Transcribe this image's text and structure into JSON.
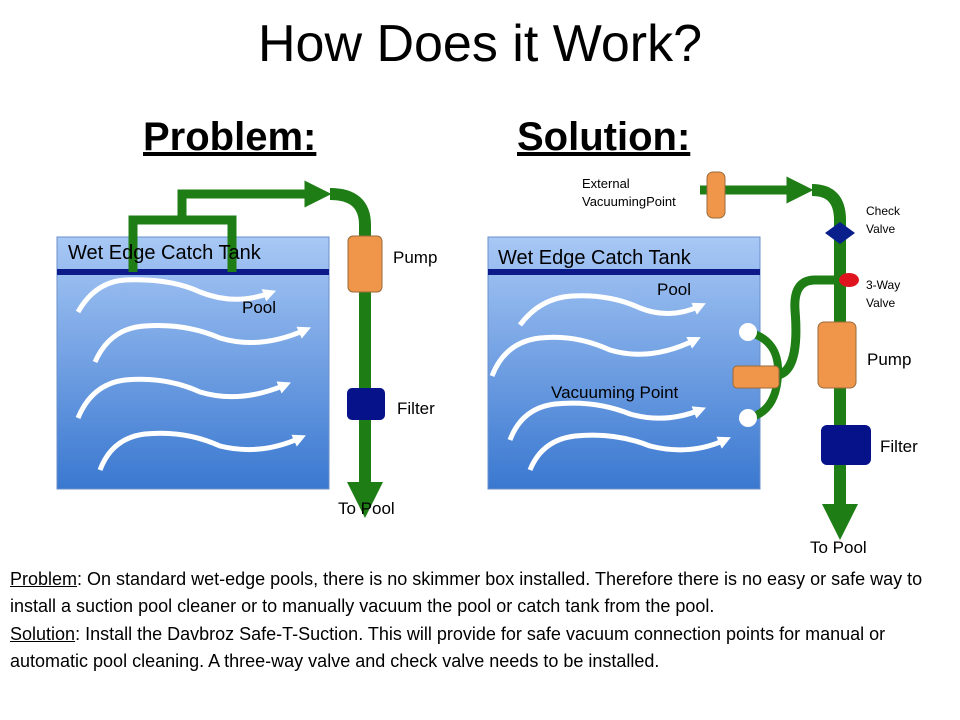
{
  "title": "How Does it Work?",
  "problem": {
    "heading": "Problem:",
    "tank_label": "Wet Edge Catch Tank",
    "pool_label": "Pool",
    "pump_label": "Pump",
    "filter_label": "Filter",
    "to_pool_label": "To Pool"
  },
  "solution": {
    "heading": "Solution:",
    "tank_label": "Wet Edge Catch Tank",
    "pool_label": "Pool",
    "vacuuming_point_label": "Vacuuming Point",
    "external_label_line1": "External",
    "external_label_line2": "VacuumingPoint",
    "check_valve_line1": "Check",
    "check_valve_line2": "Valve",
    "three_way_line1": "3-Way",
    "three_way_line2": "Valve",
    "pump_label": "Pump",
    "filter_label": "Filter",
    "to_pool_label": "To Pool"
  },
  "description": {
    "problem_lead": "Problem",
    "problem_text": ":  On standard wet-edge pools, there is no skimmer box installed. Therefore there is no easy or safe way to install a suction pool cleaner or to manually vacuum the pool or catch tank from the pool.",
    "solution_lead": "Solution",
    "solution_text": ":  Install the Davbroz Safe-T-Suction. This will provide for safe vacuum connection points for manual or automatic pool cleaning. A three-way valve and check valve needs to be installed."
  },
  "colors": {
    "pipe": "#1e7d14",
    "tank_top": "#a8c8f5",
    "tank_bottom": "#3a78d0",
    "water_line": "#0d1a8a",
    "pump": "#f0964a",
    "filter": "#05128a",
    "check_valve": "#0a1f8c",
    "three_way_valve": "#e0141e"
  }
}
